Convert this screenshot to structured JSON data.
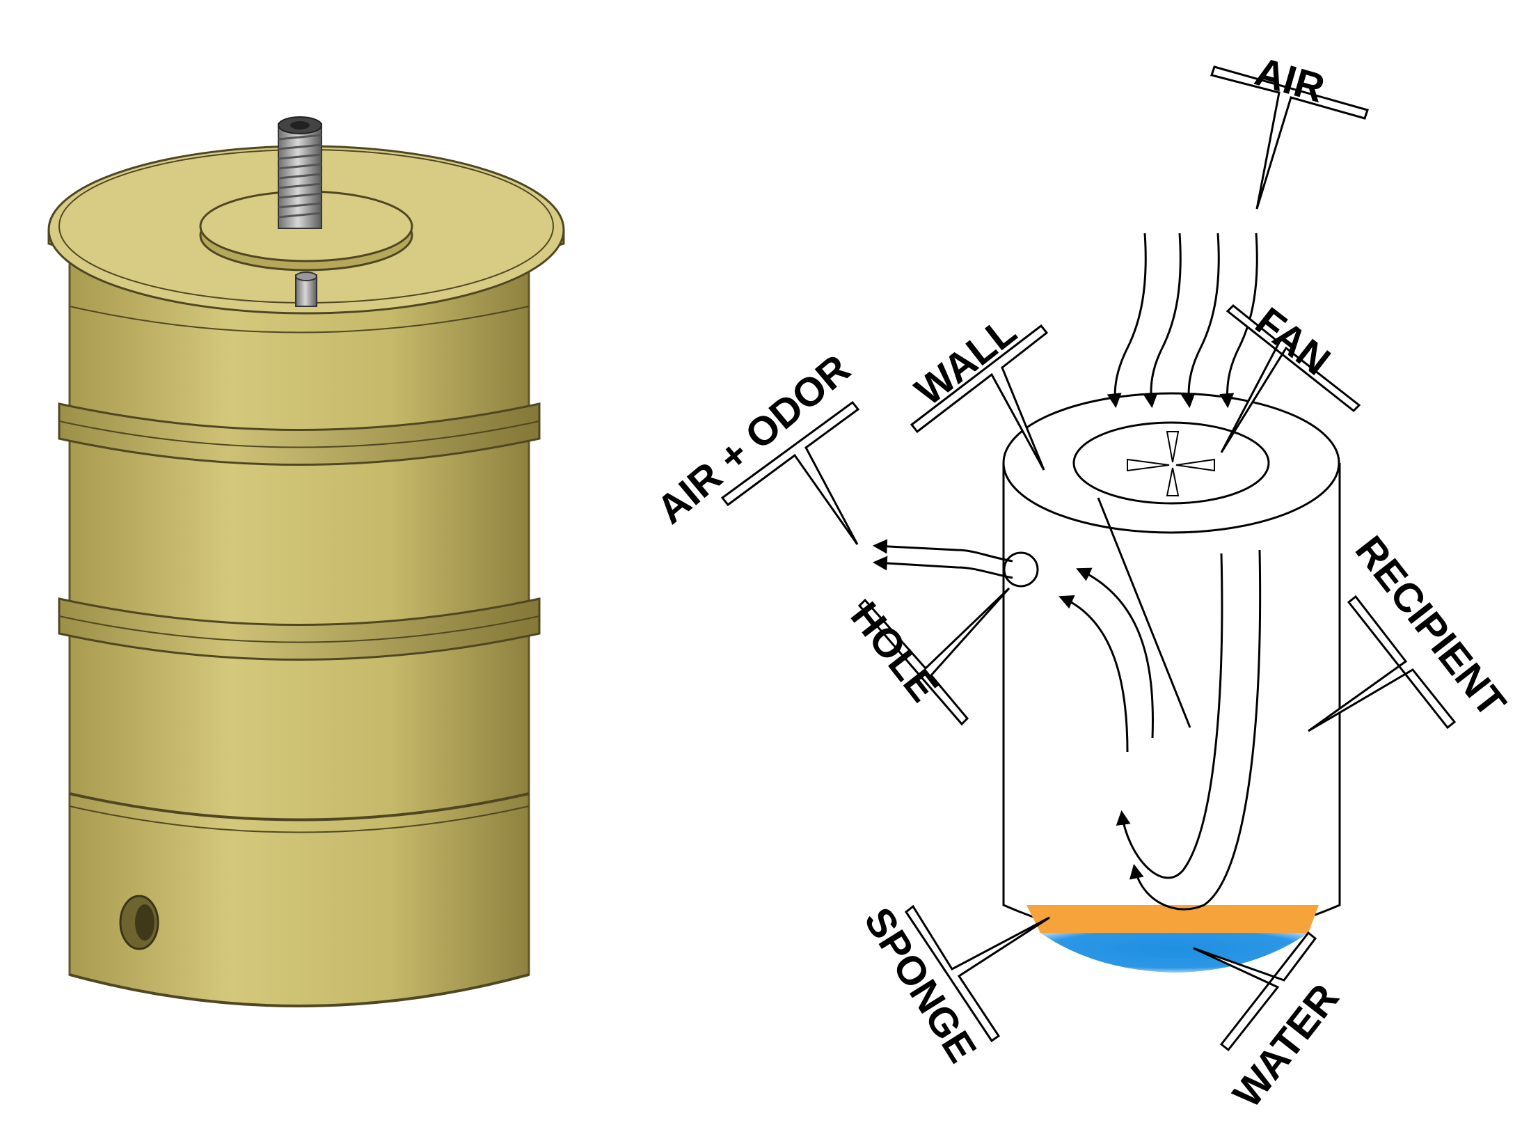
{
  "colors": {
    "device_body": "#c9bd6e",
    "device_light": "#ddd089",
    "device_dark": "#8f8240",
    "sponge": "#f5a33a",
    "water": "#1e8fe0"
  },
  "labels": {
    "air": "AIR",
    "fan": "FAN",
    "wall": "WALL",
    "air_odor": "AIR + ODOR",
    "hole": "HOLE",
    "recipient": "RECIPIENT",
    "sponge": "SPONGE",
    "water": "WATER"
  }
}
